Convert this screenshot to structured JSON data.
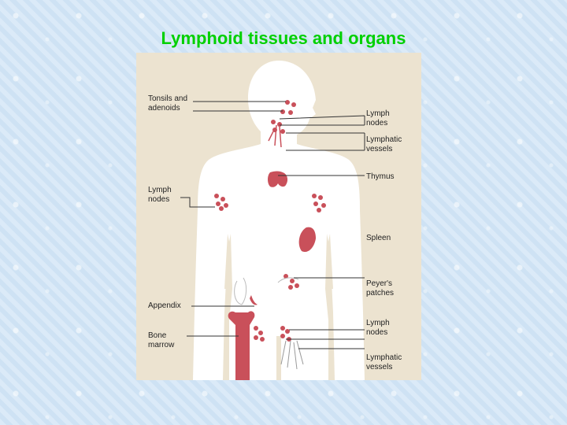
{
  "title": "Lymphoid tissues and organs",
  "diagram": {
    "left_labels": {
      "tonsils": "Tonsils and\nadenoids",
      "lymph_nodes": "Lymph\nnodes",
      "appendix": "Appendix",
      "bone_marrow": "Bone\nmarrow"
    },
    "right_labels": {
      "lymph_nodes_neck": "Lymph\nnodes",
      "lymphatic_vessels_neck": "Lymphatic\nvessels",
      "thymus": "Thymus",
      "spleen": "Spleen",
      "peyers_patches": "Peyer's\npatches",
      "lymph_nodes_groin": "Lymph\nnodes",
      "lymphatic_vessels_leg": "Lymphatic\nvessels"
    },
    "colors": {
      "tissue": "#c9505a",
      "body": "#ffffff",
      "background": "#ece3d0",
      "title": "#00d000"
    }
  }
}
